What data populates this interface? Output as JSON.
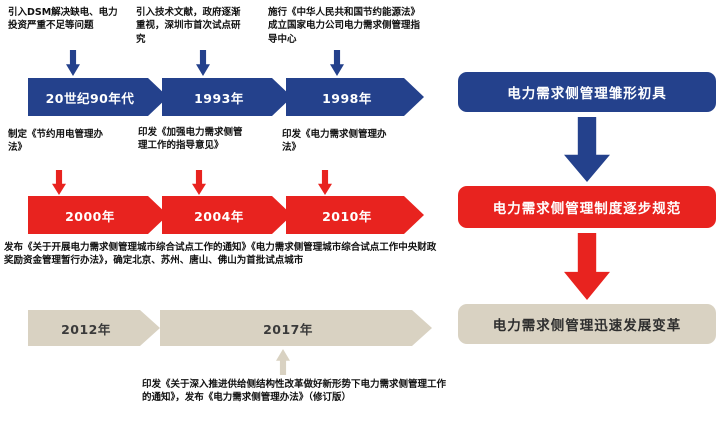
{
  "colors": {
    "blue": "#24418C",
    "red": "#E8231F",
    "beige": "#D9D2C2",
    "note_text": "#111111"
  },
  "stage1": {
    "milestones": [
      {
        "year": "20世纪90年代",
        "note": "引入DSM解决缺电、电力投资严重不足等问题"
      },
      {
        "year": "1993年",
        "note": "引入技术文献，政府逐渐重视，深圳市首次试点研究"
      },
      {
        "year": "1998年",
        "note": "施行《中华人民共和国节约能源法》成立国家电力公司电力需求侧管理指导中心"
      }
    ],
    "summary": "电力需求侧管理雏形初具"
  },
  "stage2": {
    "milestones": [
      {
        "year": "2000年",
        "note": "制定《节约用电管理办法》"
      },
      {
        "year": "2004年",
        "note": "印发《加强电力需求侧管理工作的指导意见》"
      },
      {
        "year": "2010年",
        "note": "印发《电力需求侧管理办法》"
      }
    ],
    "footnote": "发布《关于开展电力需求侧管理城市综合试点工作的通知》《电力需求侧管理城市综合试点工作中央财政奖励资金管理暂行办法》，确定北京、苏州、唐山、佛山为首批试点城市",
    "summary": "电力需求侧管理制度逐步规范"
  },
  "stage3": {
    "milestones": [
      {
        "year": "2012年",
        "note": ""
      },
      {
        "year": "2017年",
        "note": "印发《关于深入推进供给侧结构性改革做好新形势下电力需求侧管理工作的通知》，发布《电力需求侧管理办法》（修订版）"
      }
    ],
    "summary": "电力需求侧管理迅速发展变革"
  }
}
